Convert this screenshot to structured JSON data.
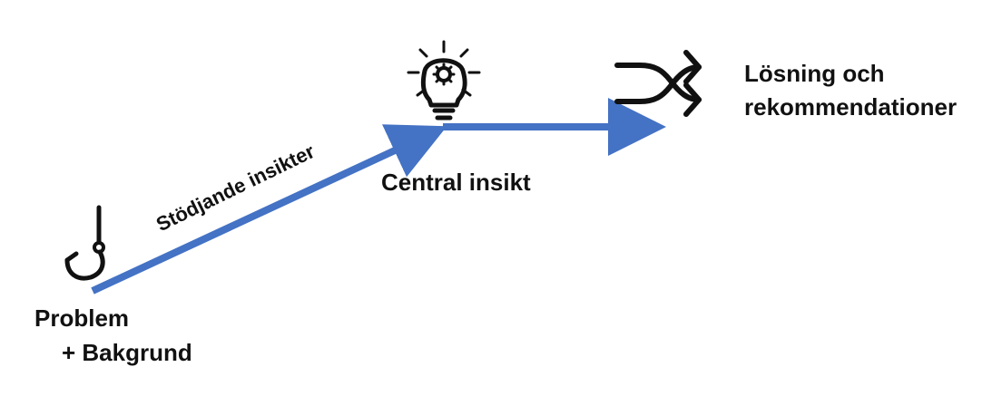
{
  "colors": {
    "arrow": "#4472C4",
    "icon": "#111111",
    "text": "#111111"
  },
  "nodes": {
    "problem": {
      "line1": "Problem",
      "line2": "+ Bakgrund",
      "icon": "fishing-hook-icon"
    },
    "central": {
      "label": "Central insikt",
      "icon": "lightbulb-gear-icon"
    },
    "solution": {
      "line1": "Lösning och",
      "line2": "rekommendationer",
      "icon": "shuffle-icon"
    }
  },
  "edges": {
    "supporting": {
      "label": "Stödjande insikter"
    }
  }
}
